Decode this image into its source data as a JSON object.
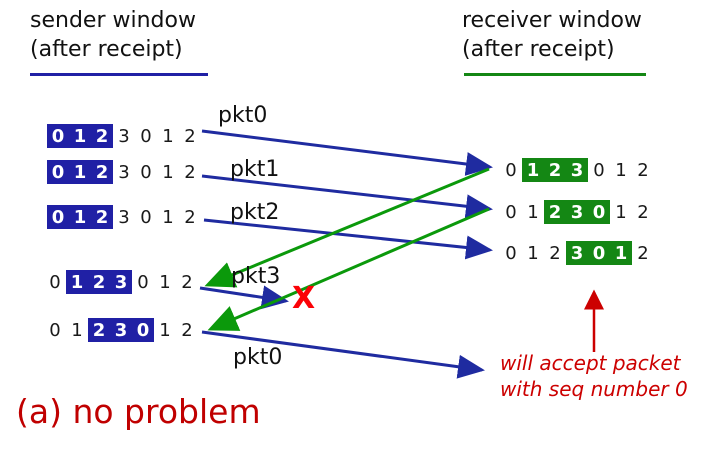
{
  "header": {
    "sender_title": "sender window\n(after receipt)",
    "receiver_title": "receiver window\n(after receipt)"
  },
  "sequence_digits": [
    "0",
    "1",
    "2",
    "3",
    "0",
    "1",
    "2"
  ],
  "sender_rows": [
    {
      "digits": "0 1 2 3 0 1 2",
      "window_start": 0,
      "window_end": 2
    },
    {
      "digits": "0 1 2 3 0 1 2",
      "window_start": 0,
      "window_end": 2
    },
    {
      "digits": "0 1 2 3 0 1 2",
      "window_start": 0,
      "window_end": 2
    },
    {
      "digits": "0 1 2 3 0 1 2",
      "window_start": 1,
      "window_end": 3
    },
    {
      "digits": "0 1 2 3 0 1 2",
      "window_start": 2,
      "window_end": 4
    }
  ],
  "receiver_rows": [
    {
      "digits": "0 1 2 3 0 1 2",
      "window_start": 1,
      "window_end": 3
    },
    {
      "digits": "0 1 2 3 0 1 2",
      "window_start": 2,
      "window_end": 4
    },
    {
      "digits": "0 1 2 3 0 1 2",
      "window_start": 3,
      "window_end": 5
    }
  ],
  "packet_labels": {
    "pkt0": "pkt0",
    "pkt1": "pkt1",
    "pkt2": "pkt2",
    "pkt3": "pkt3",
    "pkt0_retransmit": "pkt0"
  },
  "loss_mark": "X",
  "annotation": "will accept packet\nwith seq number 0",
  "caption": "(a) no problem",
  "colors": {
    "sender_window": "#2020A5",
    "receiver_window": "#148714",
    "packet_arrow": "#1F2BA0",
    "ack_arrow": "#0B990B",
    "loss_mark": "#FB0207",
    "annotation_red": "#CC0000",
    "caption_red": "#C00000"
  }
}
